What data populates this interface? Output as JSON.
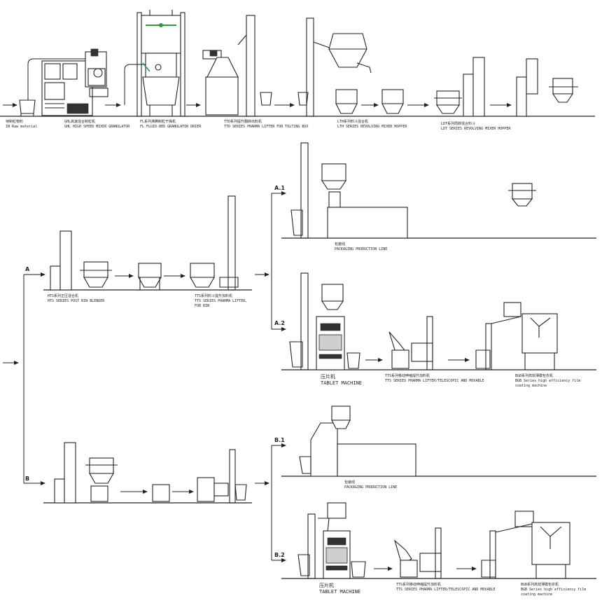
{
  "row1": {
    "raw_material": {
      "zh": "待制粒物料",
      "en": "IN Raw material"
    },
    "ghl": {
      "zh": "GHL高速混合制粒机",
      "en": "GHL HIGH SPEED MIXER GRANULATOR"
    },
    "fl": {
      "zh": "FL系列沸腾制粒干燥机",
      "en": "FL FLUID-BED GRANULATOR DRIER"
    },
    "ttd": {
      "zh": "TTD系列提升翻转出料机",
      "en": "TTD SERIES PHARMA LIFTER FOR TOLTING BOX"
    },
    "lth": {
      "zh": "LTH系列料斗混合机",
      "en": "LTH SERIES REVOLVING MIXER HOPPER"
    },
    "ldt": {
      "zh": "LDT系列周转混合料斗",
      "en": "LDT SERIES REVOLVING MIXER HOPPER"
    }
  },
  "branch_a": {
    "label": "A",
    "hts": {
      "zh": "HTS系列正压混合机",
      "en": "HTS SERIES POST BIN BLENDER"
    },
    "tts": {
      "zh": "TTS系列料斗提升加料机",
      "en_l1": "TTS SERIES PHARMA LIFTER,",
      "en_l2": "FOR BIN"
    }
  },
  "branch_b": {
    "label": "B"
  },
  "a1": {
    "label": "A.1",
    "packaging": {
      "zh": "包装线",
      "en": "PACKAGING PRODUCTION LINE"
    }
  },
  "a2": {
    "label": "A.2",
    "tablet": {
      "zh": "压片机",
      "en": "TABLET MACHINE"
    },
    "tts": {
      "zh": "TTS系列移动伸缩提升加料机",
      "en": "TTS SERIES PHARMA LIFTER/TELESCOPIC AND MOVABLE"
    },
    "bgb": {
      "zh": "BGB系列高效薄膜包衣机",
      "en_l1": "BGB Series high efficiency film",
      "en_l2": "coating machine"
    }
  },
  "b1": {
    "label": "B.1",
    "packaging": {
      "zh": "包装线",
      "en": "PACKAGING PRODUCTION LINE"
    }
  },
  "b2": {
    "label": "B.2",
    "tablet": {
      "zh": "压片机",
      "en": "TABLET MACHINE"
    },
    "tts": {
      "zh": "TTS系列移动伸缩提升加料机",
      "en": "TTS SERIES PHARMA LIFTER/TELESCOPIC AND MOVABLE"
    },
    "bgb": {
      "zh": "BGB系列高效薄膜包衣机",
      "en_l1": "BGB Series high efficiency film",
      "en_l2": "coating machine"
    }
  }
}
